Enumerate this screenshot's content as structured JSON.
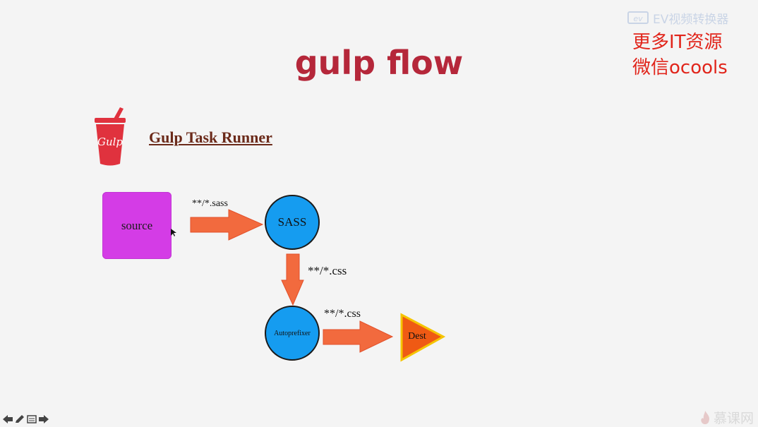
{
  "slide": {
    "title": "gulp flow",
    "runner_label": "Gulp Task Runner",
    "logo_text": "Gulp"
  },
  "overlay": {
    "ev_logo": "ev",
    "ev_text": "EV视频转换器",
    "promo_line1": "更多IT资源",
    "promo_line2": "微信ocools",
    "watermark": "慕课网"
  },
  "flow": {
    "source": "source",
    "sass": "SASS",
    "autoprefixer": "Autoprefixer",
    "dest": "Dest",
    "edge1": "**/*.sass",
    "edge2": "**/*.css",
    "edge3": "**/*.css"
  },
  "colors": {
    "title": "#b5273a",
    "promo": "#e1251b",
    "source": "#d43ce6",
    "node": "#159cf0",
    "arrow": "#f26a3e",
    "dest_fill": "#ef5a14",
    "dest_border": "#f5c400"
  },
  "icons": {
    "nav_prev": "arrow-left-icon",
    "pen": "pen-icon",
    "menu": "menu-icon",
    "nav_next": "arrow-right-icon",
    "cursor": "mouse-cursor-icon"
  }
}
